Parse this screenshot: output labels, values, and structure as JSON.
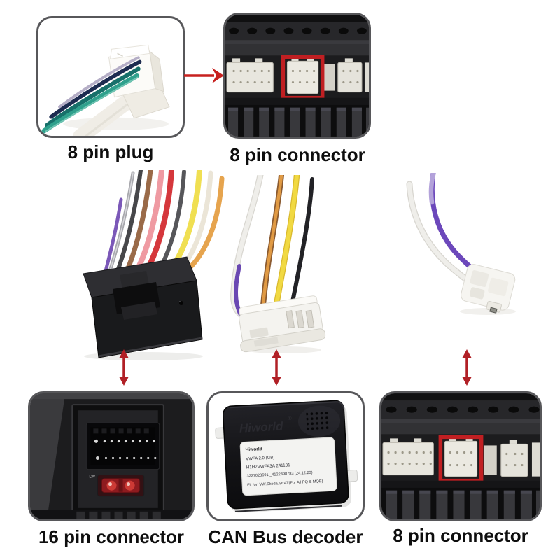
{
  "labels": {
    "top_left": "8 pin plug",
    "top_right": "8 pin connector",
    "bottom_left": "16 pin connector",
    "bottom_middle": "CAN Bus decoder",
    "bottom_right": "8 pin connector"
  },
  "decoder": {
    "embossed_brand": "Hiworld",
    "embossed_mark": "®",
    "label_lines": [
      "Hiworld",
      "VWFA 2.0  (GB)",
      "H1H2VWFA3A  241131",
      "3237023691 _4122398783 (24.12.23)",
      "Fit for: VW.Skoda.SEAT(For All PQ & MQB)"
    ]
  },
  "markings": {
    "fuse_print": "LW"
  },
  "icons": {
    "arrow_right": "→",
    "arrow_vertical_double": "↕"
  },
  "colors": {
    "arrow_red": "#c7211f",
    "double_arrow_red": "#b12026",
    "highlight_box_red": "#c01f22",
    "frame_border_gray": "#57575a",
    "caption_black": "#0e0e0e"
  }
}
